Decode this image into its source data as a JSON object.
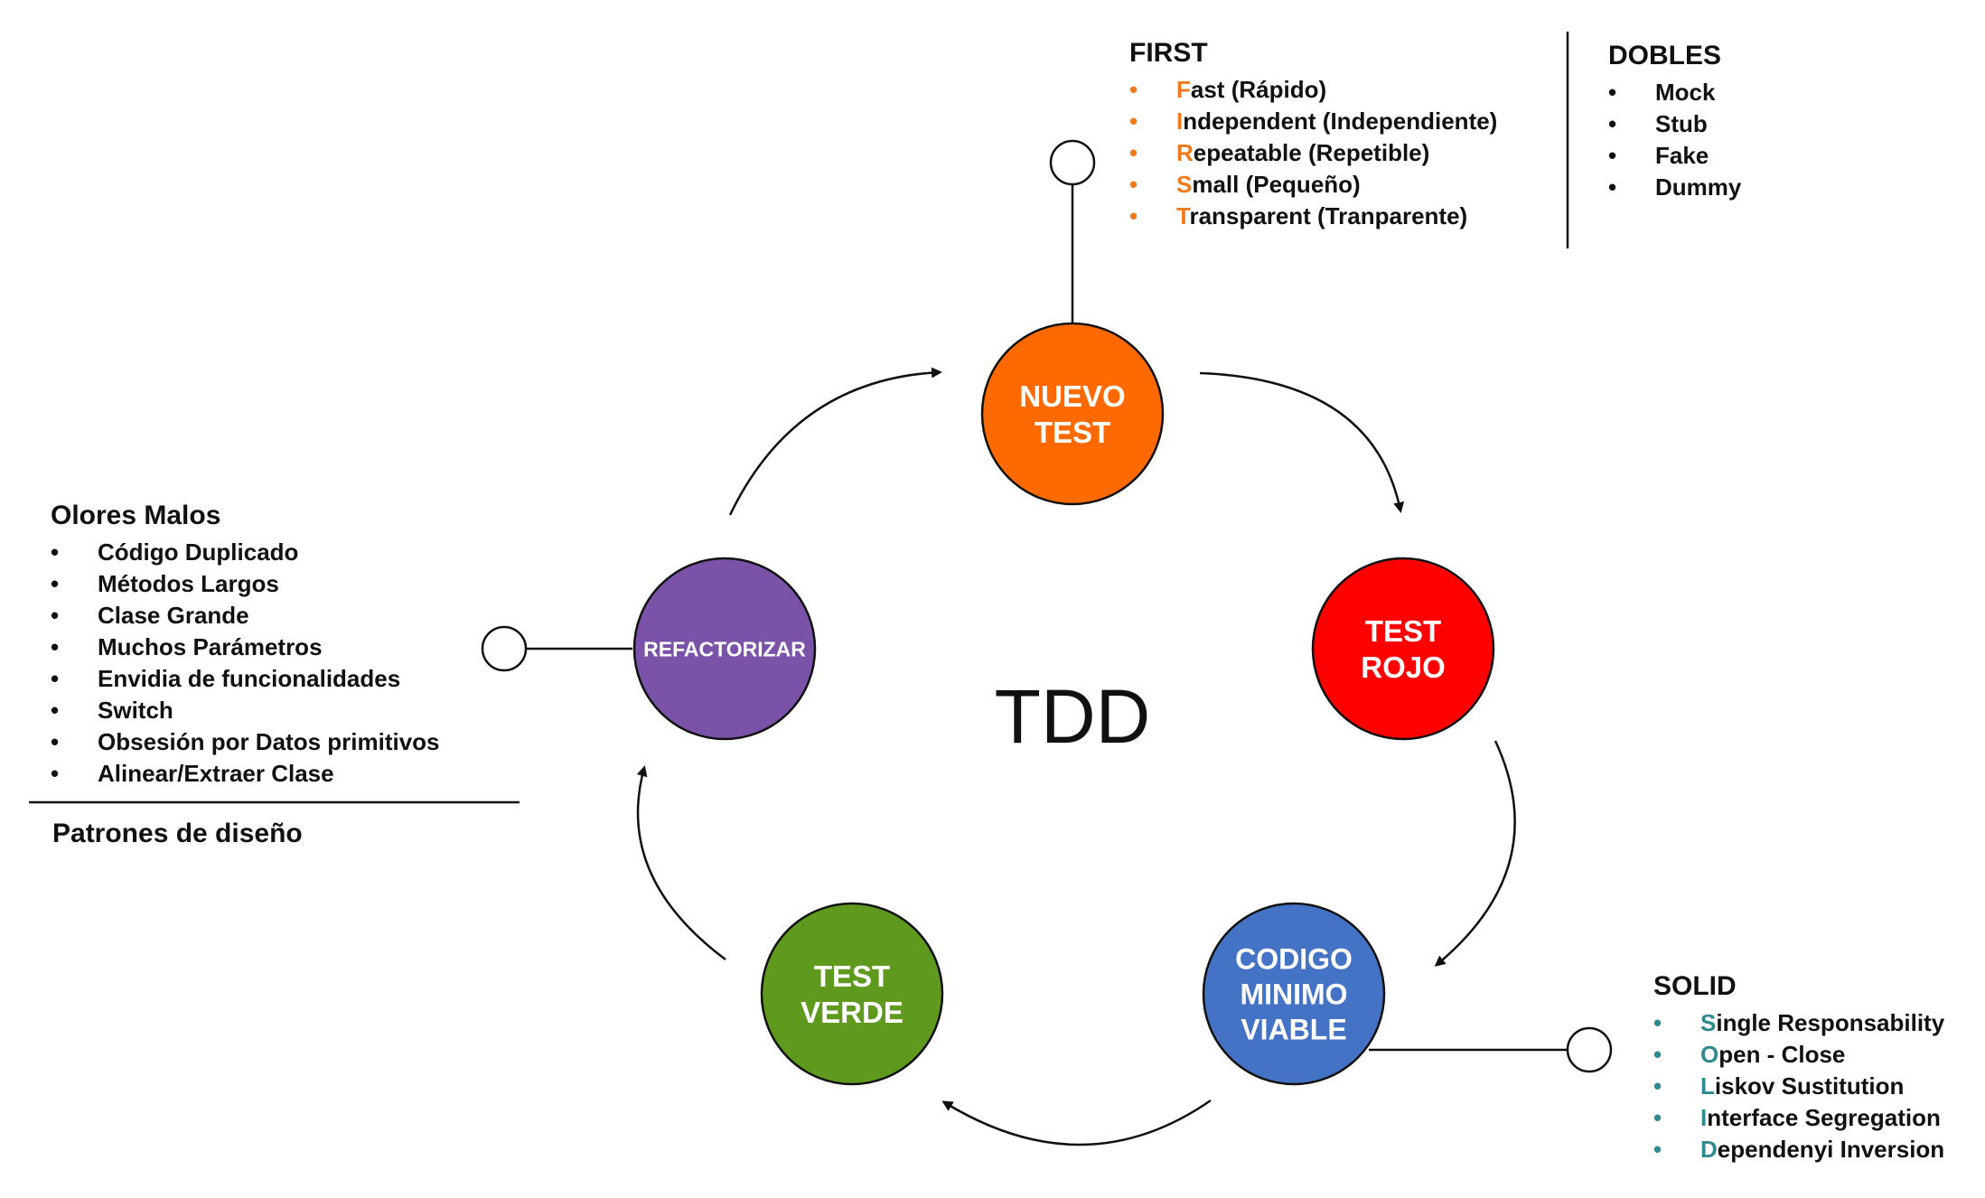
{
  "center_title": "TDD",
  "nodes": [
    {
      "key": "nuevo",
      "lines": [
        "NUEVO",
        "TEST"
      ],
      "color": "#ff6a00"
    },
    {
      "key": "rojo",
      "lines": [
        "TEST",
        "ROJO"
      ],
      "color": "#ff0000"
    },
    {
      "key": "codigo",
      "lines": [
        "CODIGO",
        "MINIMO",
        "VIABLE"
      ],
      "color": "#4472c4"
    },
    {
      "key": "verde",
      "lines": [
        "TEST",
        "VERDE"
      ],
      "color": "#5f9a1f"
    },
    {
      "key": "refactor",
      "lines": [
        "REFACTORIZAR"
      ],
      "color": "#7a52a8"
    }
  ],
  "first": {
    "title": "FIRST",
    "items": [
      {
        "initial": "F",
        "rest": "ast (Rápido)"
      },
      {
        "initial": "I",
        "rest": "ndependent (Independiente)"
      },
      {
        "initial": "R",
        "rest": "epeatable (Repetible)"
      },
      {
        "initial": "S",
        "rest": "mall (Pequeño)"
      },
      {
        "initial": "T",
        "rest": "ransparent (Tranparente)"
      }
    ]
  },
  "dobles": {
    "title": "DOBLES",
    "items": [
      "Mock",
      "Stub",
      "Fake",
      "Dummy"
    ]
  },
  "olores": {
    "title": "Olores Malos",
    "items": [
      "Código Duplicado",
      "Métodos Largos",
      "Clase Grande",
      "Muchos Parámetros",
      "Envidia de funcionalidades",
      "Switch",
      "Obsesión por Datos primitivos",
      "Alinear/Extraer Clase"
    ],
    "subtitle": "Patrones de diseño"
  },
  "solid": {
    "title": "SOLID",
    "items": [
      {
        "initial": "S",
        "rest": "ingle Responsability"
      },
      {
        "initial": "O",
        "rest": "pen - Close"
      },
      {
        "initial": "L",
        "rest": "iskov Sustitution"
      },
      {
        "initial": "I",
        "rest": "nterface Segregation"
      },
      {
        "initial": "D",
        "rest": "ependenyi Inversion"
      }
    ]
  },
  "bullet_char": "•"
}
